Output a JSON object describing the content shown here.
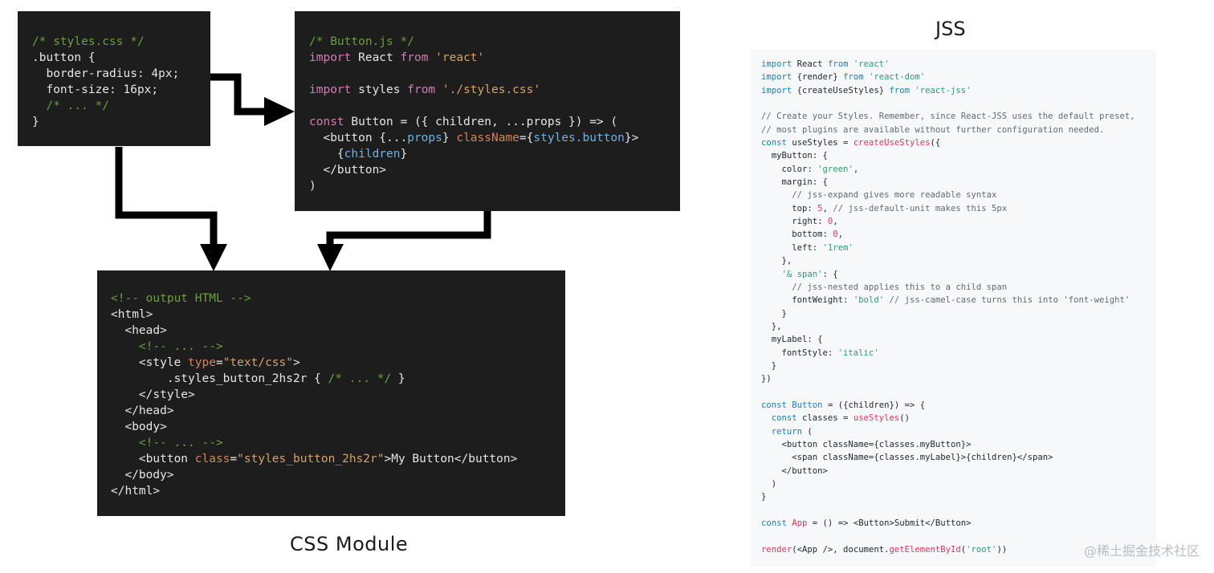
{
  "captions": {
    "css_module": "CSS Module",
    "jss": "JSS"
  },
  "watermark": "@稀土掘金技术社区",
  "colors": {
    "box_bg": "#1d1d1d",
    "comment_dark": "#6a9f3e",
    "keyword_dark": "#cf7fb4",
    "string_dark": "#d3a36b",
    "ident_dark": "#6fb3e6",
    "attr_dark": "#d9825a",
    "panel_bg": "#f6f8fa",
    "keyword_light": "#1b7fb8",
    "string_light": "#2f9a6f",
    "number_light": "#d8385d"
  },
  "styles_css": {
    "lines": [
      [
        {
          "t": "/* styles.css */",
          "c": "cm"
        }
      ],
      [
        {
          "t": ".button {",
          "c": "tg"
        }
      ],
      [
        {
          "t": "  border-radius: 4px;",
          "c": "tg"
        }
      ],
      [
        {
          "t": "  font-size: 16px;",
          "c": "tg"
        }
      ],
      [
        {
          "t": "  /* ... */",
          "c": "cm"
        }
      ],
      [
        {
          "t": "}",
          "c": "tg"
        }
      ]
    ]
  },
  "button_js": {
    "lines": [
      [
        {
          "t": "/* Button.js */",
          "c": "cm"
        }
      ],
      [
        {
          "t": "import",
          "c": "kw"
        },
        {
          "t": " React ",
          "c": "tg"
        },
        {
          "t": "from",
          "c": "kw"
        },
        {
          "t": " 'react'",
          "c": "st"
        }
      ],
      [],
      [
        {
          "t": "import",
          "c": "kw"
        },
        {
          "t": " styles ",
          "c": "tg"
        },
        {
          "t": "from",
          "c": "kw"
        },
        {
          "t": " './styles.css'",
          "c": "st"
        }
      ],
      [],
      [
        {
          "t": "const",
          "c": "kw"
        },
        {
          "t": " Button = ({ children, ...props }) => (",
          "c": "tg"
        }
      ],
      [
        {
          "t": "  <button {...",
          "c": "tg"
        },
        {
          "t": "props",
          "c": "id"
        },
        {
          "t": "} ",
          "c": "tg"
        },
        {
          "t": "className",
          "c": "at"
        },
        {
          "t": "={",
          "c": "tg"
        },
        {
          "t": "styles.button",
          "c": "id"
        },
        {
          "t": "}>",
          "c": "tg"
        }
      ],
      [
        {
          "t": "    {",
          "c": "tg"
        },
        {
          "t": "children",
          "c": "id"
        },
        {
          "t": "}",
          "c": "tg"
        }
      ],
      [
        {
          "t": "  </button>",
          "c": "tg"
        }
      ],
      [
        {
          "t": ")",
          "c": "tg"
        }
      ]
    ]
  },
  "output_html": {
    "lines": [
      [
        {
          "t": "<!-- output HTML -->",
          "c": "cm"
        }
      ],
      [
        {
          "t": "<html>",
          "c": "tg"
        }
      ],
      [
        {
          "t": "  <head>",
          "c": "tg"
        }
      ],
      [
        {
          "t": "    <!-- ... -->",
          "c": "cm"
        }
      ],
      [
        {
          "t": "    <style ",
          "c": "tg"
        },
        {
          "t": "type",
          "c": "at"
        },
        {
          "t": "=",
          "c": "tg"
        },
        {
          "t": "\"text/css\"",
          "c": "st"
        },
        {
          "t": ">",
          "c": "tg"
        }
      ],
      [
        {
          "t": "        .styles_button_2hs2r { ",
          "c": "tg"
        },
        {
          "t": "/* ... */",
          "c": "cm"
        },
        {
          "t": " }",
          "c": "tg"
        }
      ],
      [
        {
          "t": "    </style>",
          "c": "tg"
        }
      ],
      [
        {
          "t": "  </head>",
          "c": "tg"
        }
      ],
      [
        {
          "t": "  <body>",
          "c": "tg"
        }
      ],
      [
        {
          "t": "    <!-- ... -->",
          "c": "cm"
        }
      ],
      [
        {
          "t": "    <button ",
          "c": "tg"
        },
        {
          "t": "class",
          "c": "at"
        },
        {
          "t": "=",
          "c": "tg"
        },
        {
          "t": "\"styles_button_2hs2r\"",
          "c": "st"
        },
        {
          "t": ">My Button</button>",
          "c": "tg"
        }
      ],
      [
        {
          "t": "  </body>",
          "c": "tg"
        }
      ],
      [
        {
          "t": "</html>",
          "c": "tg"
        }
      ]
    ]
  },
  "jss_code": {
    "lines": [
      [
        {
          "t": "import",
          "c": "kw"
        },
        {
          "t": " React ",
          "c": "pr"
        },
        {
          "t": "from",
          "c": "kw"
        },
        {
          "t": " 'react'",
          "c": "st"
        }
      ],
      [
        {
          "t": "import",
          "c": "kw"
        },
        {
          "t": " {render} ",
          "c": "pr"
        },
        {
          "t": "from",
          "c": "kw"
        },
        {
          "t": " 'react-dom'",
          "c": "st"
        }
      ],
      [
        {
          "t": "import",
          "c": "kw"
        },
        {
          "t": " {createUseStyles} ",
          "c": "pr"
        },
        {
          "t": "from",
          "c": "kw"
        },
        {
          "t": " 'react-jss'",
          "c": "st"
        }
      ],
      [],
      [
        {
          "t": "// Create your Styles. Remember, since React-JSS uses the default preset,",
          "c": "cm"
        }
      ],
      [
        {
          "t": "// most plugins are available without further configuration needed.",
          "c": "cm"
        }
      ],
      [
        {
          "t": "const",
          "c": "kw"
        },
        {
          "t": " useStyles = ",
          "c": "pr"
        },
        {
          "t": "createUseStyles",
          "c": "fn"
        },
        {
          "t": "({",
          "c": "pr"
        }
      ],
      [
        {
          "t": "  myButton: {",
          "c": "pr"
        }
      ],
      [
        {
          "t": "    color: ",
          "c": "pr"
        },
        {
          "t": "'green'",
          "c": "st"
        },
        {
          "t": ",",
          "c": "pr"
        }
      ],
      [
        {
          "t": "    margin: {",
          "c": "pr"
        }
      ],
      [
        {
          "t": "      // jss-expand gives more readable syntax",
          "c": "cm"
        }
      ],
      [
        {
          "t": "      top: ",
          "c": "pr"
        },
        {
          "t": "5",
          "c": "nm"
        },
        {
          "t": ", ",
          "c": "pr"
        },
        {
          "t": "// jss-default-unit makes this 5px",
          "c": "cm"
        }
      ],
      [
        {
          "t": "      right: ",
          "c": "pr"
        },
        {
          "t": "0",
          "c": "nm"
        },
        {
          "t": ",",
          "c": "pr"
        }
      ],
      [
        {
          "t": "      bottom: ",
          "c": "pr"
        },
        {
          "t": "0",
          "c": "nm"
        },
        {
          "t": ",",
          "c": "pr"
        }
      ],
      [
        {
          "t": "      left: ",
          "c": "pr"
        },
        {
          "t": "'1rem'",
          "c": "st"
        }
      ],
      [
        {
          "t": "    },",
          "c": "pr"
        }
      ],
      [
        {
          "t": "    ",
          "c": "pr"
        },
        {
          "t": "'& span'",
          "c": "st"
        },
        {
          "t": ": {",
          "c": "pr"
        }
      ],
      [
        {
          "t": "      // jss-nested applies this to a child span",
          "c": "cm"
        }
      ],
      [
        {
          "t": "      fontWeight: ",
          "c": "pr"
        },
        {
          "t": "'bold'",
          "c": "st"
        },
        {
          "t": " ",
          "c": "pr"
        },
        {
          "t": "// jss-camel-case turns this into 'font-weight'",
          "c": "cm"
        }
      ],
      [
        {
          "t": "    }",
          "c": "pr"
        }
      ],
      [
        {
          "t": "  },",
          "c": "pr"
        }
      ],
      [
        {
          "t": "  myLabel: {",
          "c": "pr"
        }
      ],
      [
        {
          "t": "    fontStyle: ",
          "c": "pr"
        },
        {
          "t": "'italic'",
          "c": "st"
        }
      ],
      [
        {
          "t": "  }",
          "c": "pr"
        }
      ],
      [
        {
          "t": "})",
          "c": "pr"
        }
      ],
      [],
      [
        {
          "t": "const",
          "c": "kw"
        },
        {
          "t": " ",
          "c": "pr"
        },
        {
          "t": "Button",
          "c": "kw"
        },
        {
          "t": " = ({children}) => {",
          "c": "pr"
        }
      ],
      [
        {
          "t": "  ",
          "c": "pr"
        },
        {
          "t": "const",
          "c": "kw"
        },
        {
          "t": " classes = ",
          "c": "pr"
        },
        {
          "t": "useStyles",
          "c": "fn"
        },
        {
          "t": "()",
          "c": "pr"
        }
      ],
      [
        {
          "t": "  ",
          "c": "pr"
        },
        {
          "t": "return",
          "c": "kw"
        },
        {
          "t": " (",
          "c": "pr"
        }
      ],
      [
        {
          "t": "    <button className={classes.myButton}>",
          "c": "pr"
        }
      ],
      [
        {
          "t": "      <span className={classes.myLabel}>{children}</span>",
          "c": "pr"
        }
      ],
      [
        {
          "t": "    </button>",
          "c": "pr"
        }
      ],
      [
        {
          "t": "  )",
          "c": "pr"
        }
      ],
      [
        {
          "t": "}",
          "c": "pr"
        }
      ],
      [],
      [
        {
          "t": "const",
          "c": "kw"
        },
        {
          "t": " ",
          "c": "pr"
        },
        {
          "t": "App",
          "c": "fn"
        },
        {
          "t": " = () => <Button>Submit</Button>",
          "c": "pr"
        }
      ],
      [],
      [
        {
          "t": "render",
          "c": "fn"
        },
        {
          "t": "(<App />, document.",
          "c": "pr"
        },
        {
          "t": "getElementById",
          "c": "fn"
        },
        {
          "t": "(",
          "c": "pr"
        },
        {
          "t": "'root'",
          "c": "st"
        },
        {
          "t": "))",
          "c": "pr"
        }
      ]
    ]
  }
}
